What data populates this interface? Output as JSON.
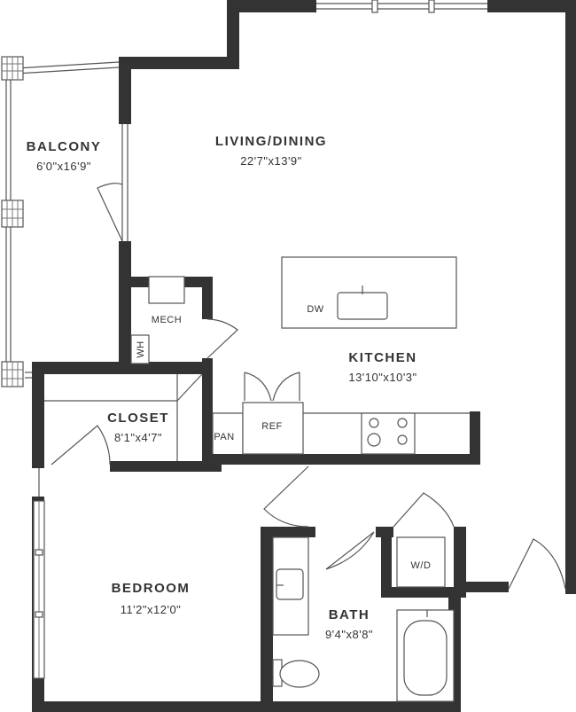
{
  "rooms": {
    "balcony": {
      "name": "BALCONY",
      "dims": "6'0\"x16'9\""
    },
    "living": {
      "name": "LIVING/DINING",
      "dims": "22'7\"x13'9\""
    },
    "kitchen": {
      "name": "KITCHEN",
      "dims": "13'10\"x10'3\""
    },
    "closet": {
      "name": "CLOSET",
      "dims": "8'1\"x4'7\""
    },
    "bedroom": {
      "name": "BEDROOM",
      "dims": "11'2\"x12'0\""
    },
    "bath": {
      "name": "BATH",
      "dims": "9'4\"x8'8\""
    }
  },
  "fixtures": {
    "mech": "MECH",
    "wh": "WH",
    "dw": "DW",
    "pan": "PAN",
    "ref": "REF",
    "wd": "W/D"
  },
  "colors": {
    "wall": "#333333",
    "line": "#555555",
    "background": "#ffffff"
  }
}
